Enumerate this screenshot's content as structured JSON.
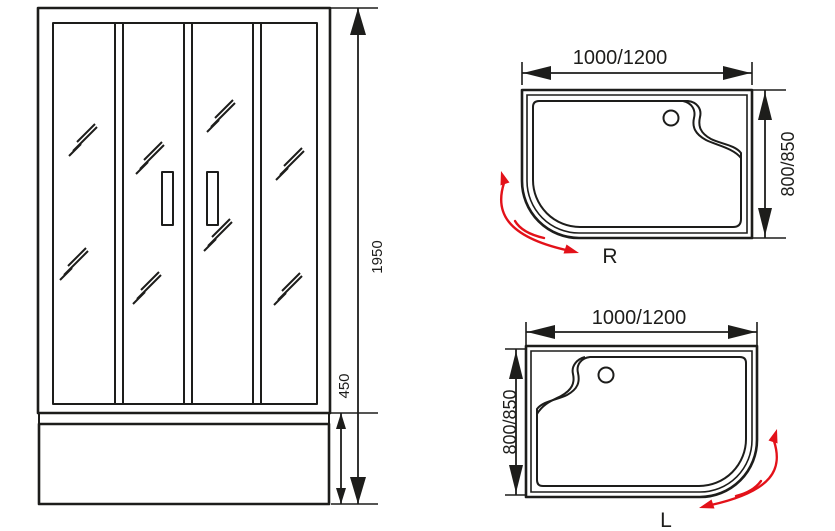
{
  "colors": {
    "background": "#ffffff",
    "line": "#1d1d1b",
    "accent_red": "#e31119"
  },
  "elevation": {
    "total_height_label": "1950",
    "tray_height_label": "450"
  },
  "top_view_right": {
    "width_label": "1000/1200",
    "depth_label": "800/850",
    "side_label": "R"
  },
  "top_view_left": {
    "width_label": "1000/1200",
    "depth_label": "800/850",
    "side_label": "L"
  }
}
